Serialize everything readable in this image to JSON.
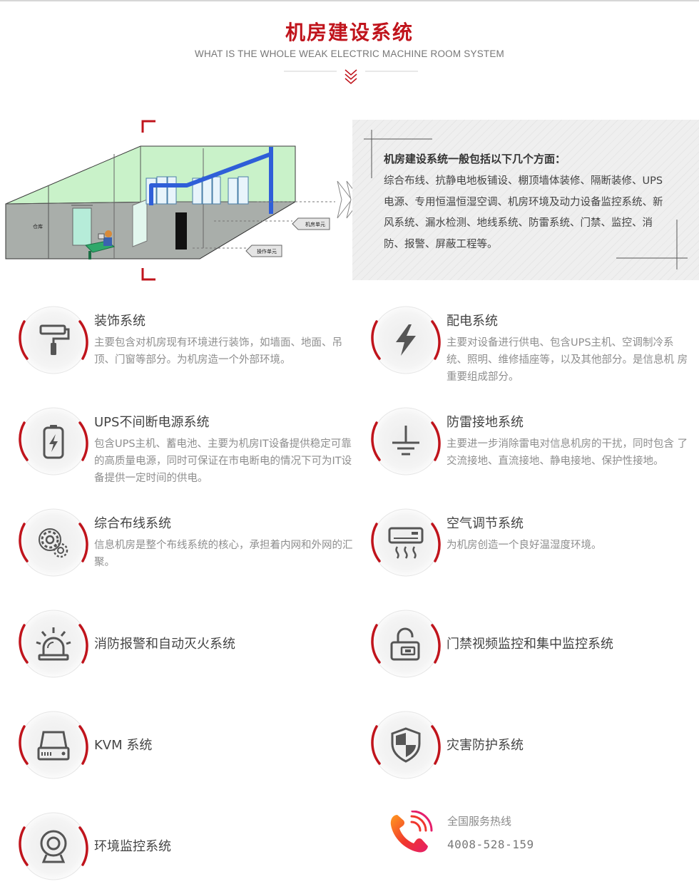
{
  "header": {
    "title": "机房建设系统",
    "subtitle": "WHAT IS THE WHOLE WEAK ELECTRIC MACHINE ROOM SYSTEM"
  },
  "hero": {
    "diagram_labels": {
      "warehouse": "仓库",
      "machine_unit": "机房单元",
      "operation_unit": "操作单元"
    },
    "desc_title": "机房建设系统一般包括以下几个方面：",
    "desc_body": "综合布线、抗静电地板铺设、棚顶墙体装修、隔断装修、UPS电源、专用恒温恒湿空调、机房环境及动力设备监控系统、新风系统、漏水检测、地线系统、防雷系统、门禁、监控、消防、报警、屏蔽工程等。"
  },
  "features": [
    {
      "icon": "paint-roller-icon",
      "title": "装饰系统",
      "desc": "主要包含对机房现有环境进行装饰，如墙面、地面、吊顶、门窗等部分。为机房造一个外部环境。"
    },
    {
      "icon": "lightning-icon",
      "title": "配电系统",
      "desc": "主要对设备进行供电、包含UPS主机、空调制冷系 统、照明、维修插座等，以及其他部分。是信息机 房重要组成部分。"
    },
    {
      "icon": "battery-icon",
      "title": "UPS不间断电源系统",
      "desc": "包含UPS主机、蓄电池、主要为机房IT设备提供稳定可靠的高质量电源，同时可保证在市电断电的情况下可为IT设备提供一定时间的供电。"
    },
    {
      "icon": "ground-icon",
      "title": "防雷接地系统",
      "desc": "主要进一步消除雷电对信息机房的干扰，同时包含 了交流接地、直流接地、静电接地、保护性接地。"
    },
    {
      "icon": "gears-icon",
      "title": "综合布线系统",
      "desc": "信息机房是整个布线系统的核心，承担着内网和外网的汇聚。"
    },
    {
      "icon": "air-conditioner-icon",
      "title": "空气调节系统",
      "desc": "为机房创造一个良好温湿度环境。"
    },
    {
      "icon": "alarm-light-icon",
      "title": "消防报警和自动灭火系统",
      "desc": ""
    },
    {
      "icon": "unlock-icon",
      "title": "门禁视频监控和集中监控系统",
      "desc": ""
    },
    {
      "icon": "kvm-server-icon",
      "title": "KVM 系统",
      "desc": ""
    },
    {
      "icon": "shield-icon",
      "title": "灾害防护系统",
      "desc": ""
    },
    {
      "icon": "webcam-icon",
      "title": "环境监控系统",
      "desc": ""
    }
  ],
  "hotline": {
    "icon": "phone-icon",
    "label": "全国服务热线",
    "number": "4008-528-159"
  },
  "colors": {
    "accent": "#c0141c",
    "heading": "#444444",
    "muted": "#8e8e8e",
    "icon": "#555555",
    "room_wall": "#c9f2c9",
    "cable_tray": "#2f5fd8"
  }
}
